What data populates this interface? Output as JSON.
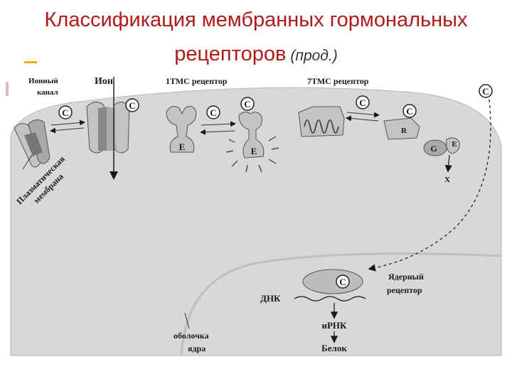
{
  "title": {
    "line1": "Классификация мембранных гормональных",
    "line2": "рецепторов",
    "suffix": "(прод.)"
  },
  "labels": {
    "ion_channel": [
      "Ионный",
      "канал"
    ],
    "ion": "Ион",
    "tms1": "1ТМС рецептор",
    "tms7": "7ТМС рецептор",
    "membrane": [
      "Плазматическая",
      "мембрана"
    ],
    "nuclear_receptor": [
      "Ядерный",
      "рецептор"
    ],
    "dna": "ДНК",
    "mrna": "иРНК",
    "protein": "Белок",
    "nuclear_envelope": [
      "оболочка",
      "ядра"
    ],
    "hormone": "C",
    "effector": "E",
    "g_protein": "G",
    "receptor_r": "R",
    "x": "X"
  },
  "colors": {
    "title": "#b01a1a",
    "cell": "#d9d9d9",
    "nucleus": "#cfcfcf",
    "protein": "#bdbdbd"
  }
}
